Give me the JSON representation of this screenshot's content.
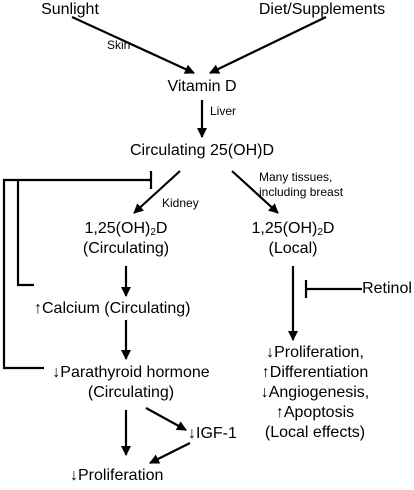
{
  "nodes": {
    "sunlight": "Sunlight",
    "diet": "Diet/Supplements",
    "vitamin_d": "Vitamin D",
    "circ_25ohd": "Circulating 25(OH)D",
    "calcitriol_circ": {
      "prefix": "1,25(OH)",
      "sub": "2",
      "suffix": "D",
      "line2": "(Circulating)"
    },
    "calcitriol_local": {
      "prefix": "1,25(OH)",
      "sub": "2",
      "suffix": "D",
      "line2": "(Local)"
    },
    "calcium": "↑Calcium (Circulating)",
    "pth": {
      "line1": "↓Parathyroid hormone",
      "line2": "(Circulating)"
    },
    "igf1": "↓IGF-1",
    "proliferation": "↓Proliferation",
    "retinol": "Retinol",
    "local_effects": [
      "↓Proliferation,",
      "↑Differentiation",
      "↓Angiogenesis,",
      "↑Apoptosis",
      "(Local effects)"
    ]
  },
  "edge_labels": {
    "skin": "Skin",
    "liver": "Liver",
    "kidney": "Kidney",
    "tissues": [
      "Many tissues,",
      "including breast"
    ]
  }
}
